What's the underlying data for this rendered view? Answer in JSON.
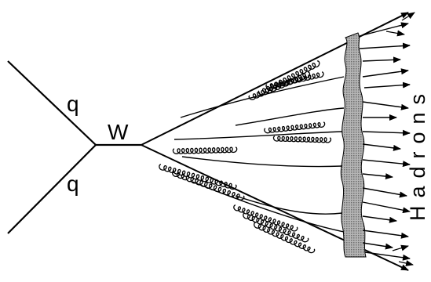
{
  "labels": {
    "quark_top": "q",
    "quark_bottom": "q",
    "boson": "W",
    "hadrons": "Hadrons"
  },
  "colors": {
    "line": "#000000",
    "hadronization_region": "#9a9a9a",
    "background": "#ffffff"
  }
}
